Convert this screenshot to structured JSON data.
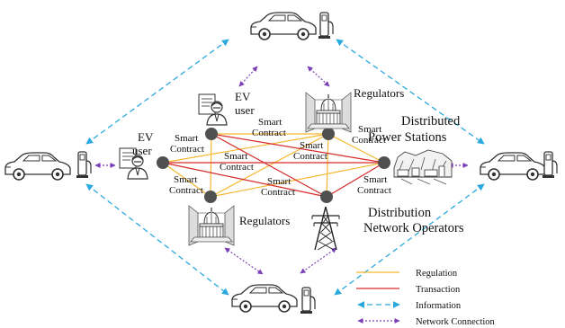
{
  "labels": {
    "ev_user_top": [
      "EV",
      "user"
    ],
    "ev_user_left": [
      "EV",
      "user"
    ],
    "regulators_top": "Regulators",
    "regulators_bottom": "Regulators",
    "distributed_power": [
      "Distributed",
      "Power Stations"
    ],
    "distribution_network": [
      "Distribution",
      "Network Operators"
    ],
    "smart_contract": [
      "Smart",
      "Contract"
    ]
  },
  "legend": {
    "regulation": "Regulation",
    "transaction": "Transaction",
    "information": "Information",
    "network_connection": "Network Connection"
  },
  "colors": {
    "regulation": "#f5b731",
    "transaction": "#d62b2b",
    "information": "#2aa9df",
    "network_connection": "#7b3fb8",
    "node": "#505050"
  },
  "icons": {
    "car": "car-icon",
    "charger": "charging-station-icon",
    "user": "user-icon",
    "capitol": "capitol-building-icon",
    "tower": "power-tower-icon",
    "power_plant": "power-plant-icon"
  }
}
